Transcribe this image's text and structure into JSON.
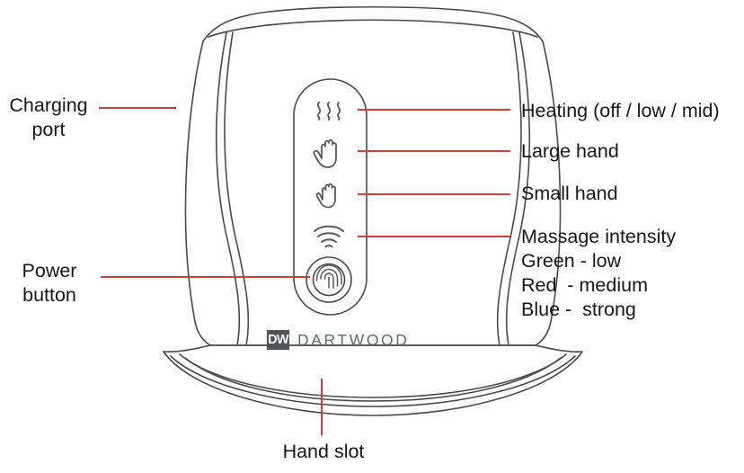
{
  "diagram": {
    "title": "Dartwood hand massager control diagram",
    "brand": {
      "mark": "DW",
      "name": "DARTWOOD"
    },
    "colors": {
      "leader_line": "#d93a3a",
      "outline": "#4a4a4a",
      "text": "#171717",
      "brand_mark_bg": "#4f5456",
      "brand_word": "#626a6c"
    },
    "callouts": {
      "charging_port": "Charging\nport",
      "power_button": "Power\nbutton",
      "heating": "Heating (off / low / mid)",
      "large_hand": "Large hand",
      "small_hand": "Small hand",
      "massage_intensity": "Massage intensity\nGreen - low\nRed  - medium\nBlue -  strong",
      "hand_slot": "Hand slot"
    },
    "controls": [
      {
        "icon": "heat-waves-icon",
        "label": "Heating (off / low / mid)"
      },
      {
        "icon": "large-hand-icon",
        "label": "Large hand"
      },
      {
        "icon": "small-hand-icon",
        "label": "Small hand"
      },
      {
        "icon": "signal-waves-icon",
        "label": "Massage intensity"
      },
      {
        "icon": "fingerprint-power-icon",
        "label": "Power button"
      }
    ]
  }
}
